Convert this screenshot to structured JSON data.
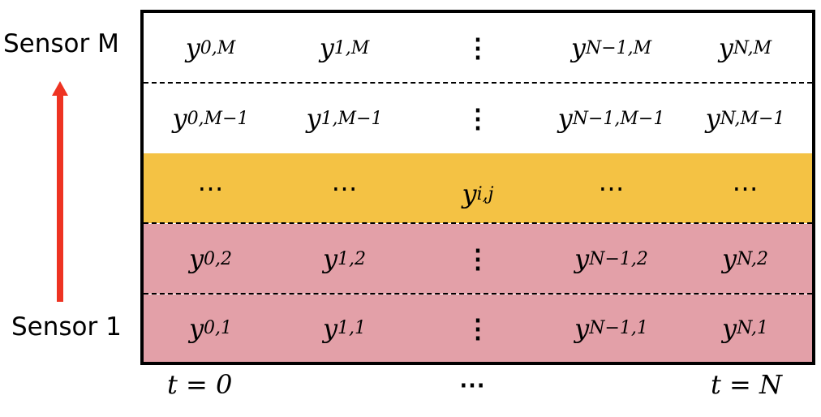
{
  "axis": {
    "sensor_top": "Sensor M",
    "sensor_bottom": "Sensor 1",
    "t_start": "t = 0",
    "t_mid": "⋯",
    "t_end": "t = N"
  },
  "colors": {
    "white_row": "#ffffff",
    "highlight_row": "#f4c244",
    "pink_row": "#e3a0a8",
    "arrow": "#ee3322"
  },
  "rows": [
    {
      "cells": [
        {
          "base": "y",
          "sub": "0,M"
        },
        {
          "base": "y",
          "sub": "1,M"
        },
        {
          "base": "⋮",
          "sub": ""
        },
        {
          "base": "y",
          "sub": "N−1,M"
        },
        {
          "base": "y",
          "sub": "N,M"
        }
      ]
    },
    {
      "cells": [
        {
          "base": "y",
          "sub": "0,M−1"
        },
        {
          "base": "y",
          "sub": "1,M−1"
        },
        {
          "base": "⋮",
          "sub": ""
        },
        {
          "base": "y",
          "sub": "N−1,M−1"
        },
        {
          "base": "y",
          "sub": "N,M−1"
        }
      ]
    },
    {
      "cells": [
        {
          "base": "⋯",
          "sub": ""
        },
        {
          "base": "⋯",
          "sub": ""
        },
        {
          "base": "y",
          "sub": "i,j"
        },
        {
          "base": "⋯",
          "sub": ""
        },
        {
          "base": "⋯",
          "sub": ""
        }
      ]
    },
    {
      "cells": [
        {
          "base": "y",
          "sub": "0,2"
        },
        {
          "base": "y",
          "sub": "1,2"
        },
        {
          "base": "⋮",
          "sub": ""
        },
        {
          "base": "y",
          "sub": "N−1,2"
        },
        {
          "base": "y",
          "sub": "N,2"
        }
      ]
    },
    {
      "cells": [
        {
          "base": "y",
          "sub": "0,1"
        },
        {
          "base": "y",
          "sub": "1,1"
        },
        {
          "base": "⋮",
          "sub": ""
        },
        {
          "base": "y",
          "sub": "N−1,1"
        },
        {
          "base": "y",
          "sub": "N,1"
        }
      ]
    }
  ]
}
